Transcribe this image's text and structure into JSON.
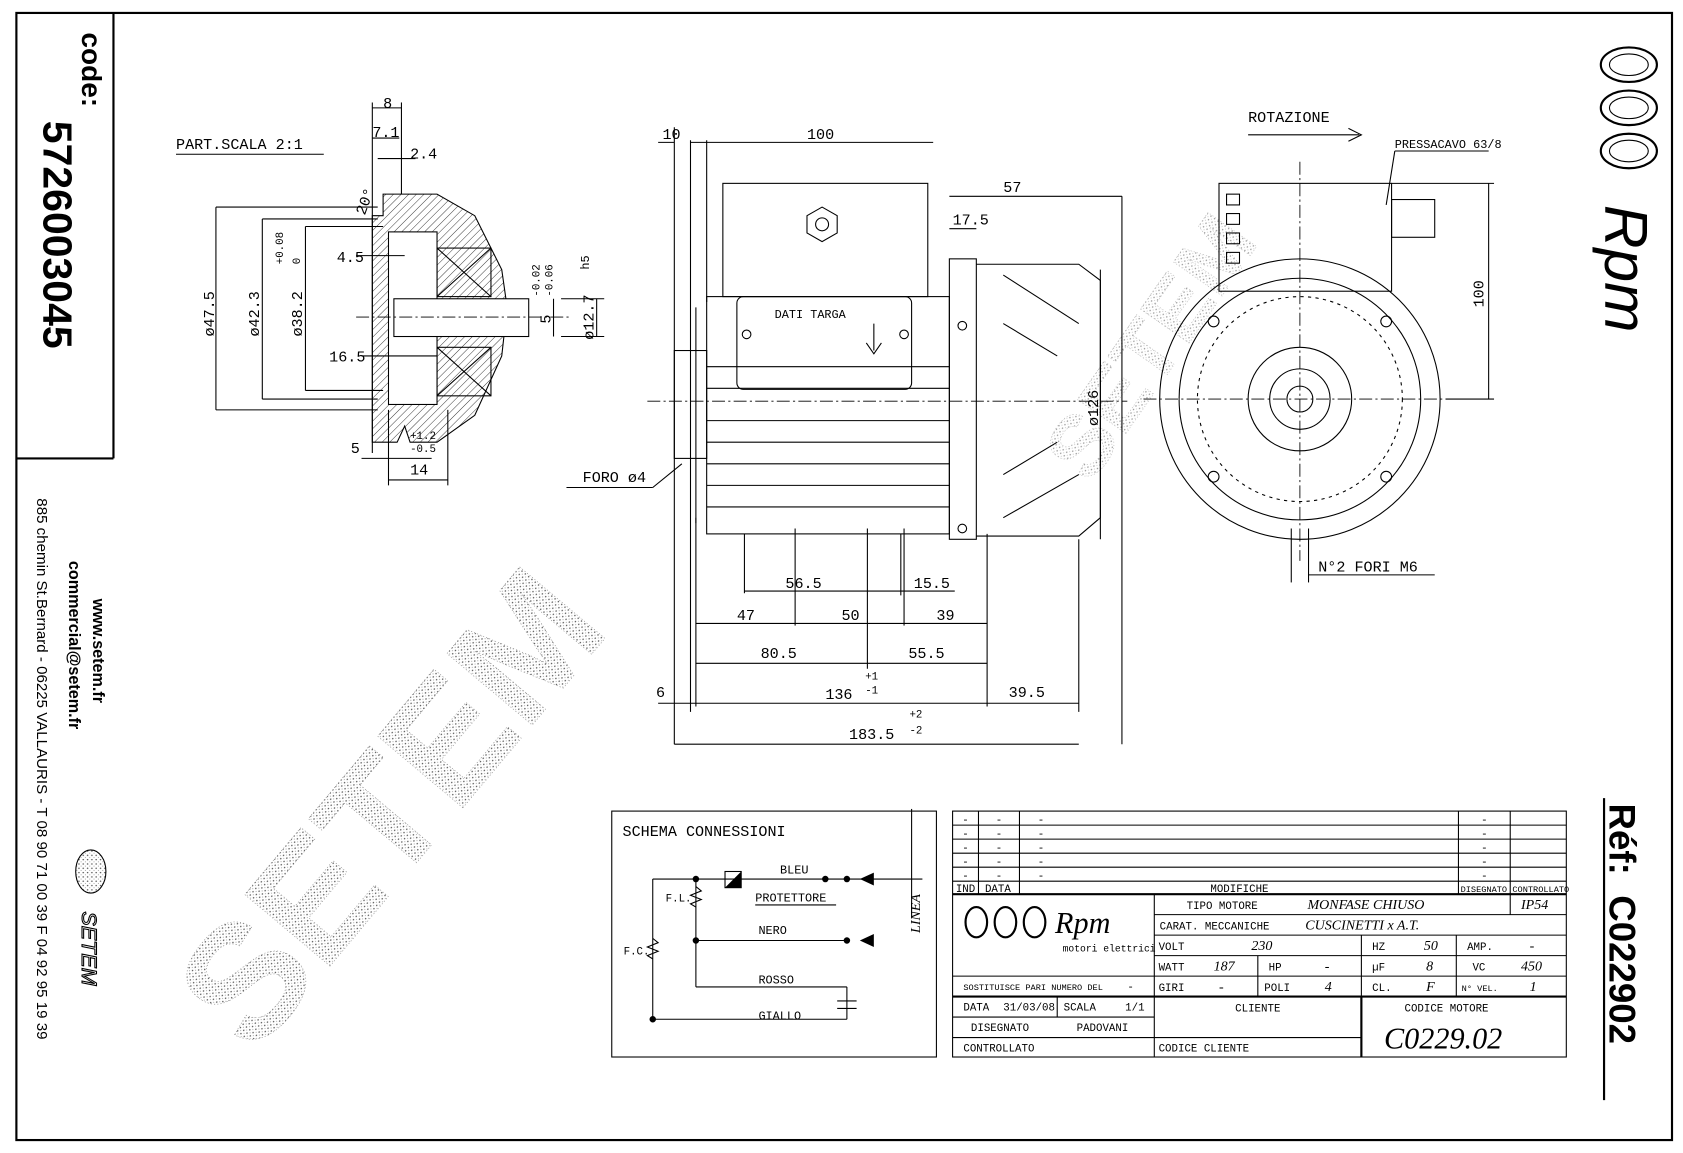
{
  "sidebar": {
    "code_label": "code:",
    "code_value": "5726003045",
    "website": "www.setem.fr",
    "email": "commercial@setem.fr",
    "address": "885 chemin St.Bernard  -  06225 VALLAURIS  -  T 08 90 71 00 39   F 04 92 95 19 39",
    "logo_text": "SETEM"
  },
  "right_header": {
    "brand": "Rpm",
    "ref_label": "Réf:",
    "ref_value": "C022902"
  },
  "watermark": "SETEM",
  "detail_view": {
    "title": "PART.SCALA 2:1",
    "dims": [
      "8",
      "7.1",
      "2.4",
      "20°",
      "4.5",
      "ø47.5",
      "ø42.3",
      "ø38.2",
      "+0.08",
      "0",
      "16.5",
      "5",
      "+1.2",
      "-0.5",
      "14",
      "5",
      "-0.02",
      "-0.06",
      "h5",
      "ø12.7"
    ]
  },
  "front_view": {
    "nameplate": "DATI TARGA",
    "hole_label": "FORO ø4",
    "dims": [
      "10",
      "100",
      "57",
      "17.5",
      "ø126",
      "56.5",
      "15.5",
      "47",
      "50",
      "39",
      "80.5",
      "55.5",
      "136",
      "+1",
      "-1",
      "39.5",
      "6",
      "183.5",
      "+2",
      "-2"
    ]
  },
  "side_view": {
    "rotation": "ROTAZIONE",
    "cable_gland": "PRESSACAVO 63/8",
    "height": "100",
    "holes": "N°2 FORI M6"
  },
  "schema": {
    "title": "SCHEMA CONNESSIONI",
    "wires": [
      "BLEU",
      "NERO",
      "ROSSO",
      "GIALLO"
    ],
    "protector": "PROTETTORE",
    "fl": "F.L.",
    "fc": "F.C.",
    "line": "LINEA"
  },
  "title_block": {
    "modifications": [
      {
        "ind": "-",
        "data": "-",
        "text": "-",
        "dis": "-"
      },
      {
        "ind": "-",
        "data": "-",
        "text": "-",
        "dis": "-"
      },
      {
        "ind": "-",
        "data": "-",
        "text": "-",
        "dis": "-"
      },
      {
        "ind": "-",
        "data": "-",
        "text": "-",
        "dis": "-"
      },
      {
        "ind": "-",
        "data": "-",
        "text": "-",
        "dis": "-"
      }
    ],
    "headers": {
      "ind": "IND",
      "data": "DATA",
      "modifiche": "MODIFICHE",
      "disegnato": "DISEGNATO",
      "controllato": "CONTROLLATO"
    },
    "logo_brand": "Rpm",
    "logo_sub": "motori elettrici",
    "tipo_label": "TIPO MOTORE",
    "tipo_value": "MONFASE CHIUSO",
    "ip": "IP54",
    "carat_label": "CARAT. MECCANICHE",
    "carat_value": "CUSCINETTI x A.T.",
    "volt_label": "VOLT",
    "volt": "230",
    "hz_label": "HZ",
    "hz": "50",
    "amp_label": "AMP.",
    "amp": "-",
    "watt_label": "WATT",
    "watt": "187",
    "hp_label": "HP",
    "hp": "-",
    "uf_label": "µF",
    "uf": "8",
    "vc_label": "VC",
    "vc": "450",
    "giri_label": "GIRI",
    "giri": "-",
    "poli_label": "POLI",
    "poli": "4",
    "cl_label": "CL.",
    "cl": "F",
    "vel_label": "N° VEL.",
    "vel": "1",
    "sostituisce_label": "SOSTITUISCE PARI NUMERO DEL",
    "sostituisce": "-",
    "data_label": "DATA",
    "data": "31/03/08",
    "scala_label": "SCALA",
    "scala": "1/1",
    "disegnato_label": "DISEGNATO",
    "disegnato": "PADOVANI",
    "controllato_label": "CONTROLLATO",
    "cliente_label": "CLIENTE",
    "codice_cliente_label": "CODICE CLIENTE",
    "codice_motore_label": "CODICE MOTORE",
    "codice_motore": "C0229.02"
  }
}
